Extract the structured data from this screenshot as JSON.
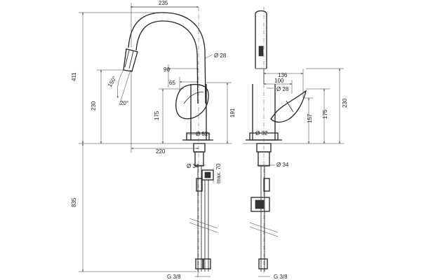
{
  "front_view": {
    "dims": {
      "width_235": "235",
      "height_411": "411",
      "height_230": "230",
      "reach_220": "220",
      "lever_96": "96",
      "lever_65": "65",
      "height_175": "175",
      "height_191": "191",
      "hose_835": "835",
      "dia_28": "Ø 28",
      "dia_52": "Ø 52",
      "dia_34": "Ø 34",
      "angle_150": "150°",
      "angle_20": "20°",
      "max_70": "max. 70",
      "thread": "G 3/8"
    }
  },
  "side_view": {
    "dims": {
      "depth_136": "136",
      "depth_100": "100",
      "dia_28": "Ø 28",
      "height_230": "230",
      "height_157": "157",
      "height_175": "175",
      "dia_32": "Ø 32",
      "dia_34": "Ø 34",
      "thread": "G 3/8"
    }
  }
}
